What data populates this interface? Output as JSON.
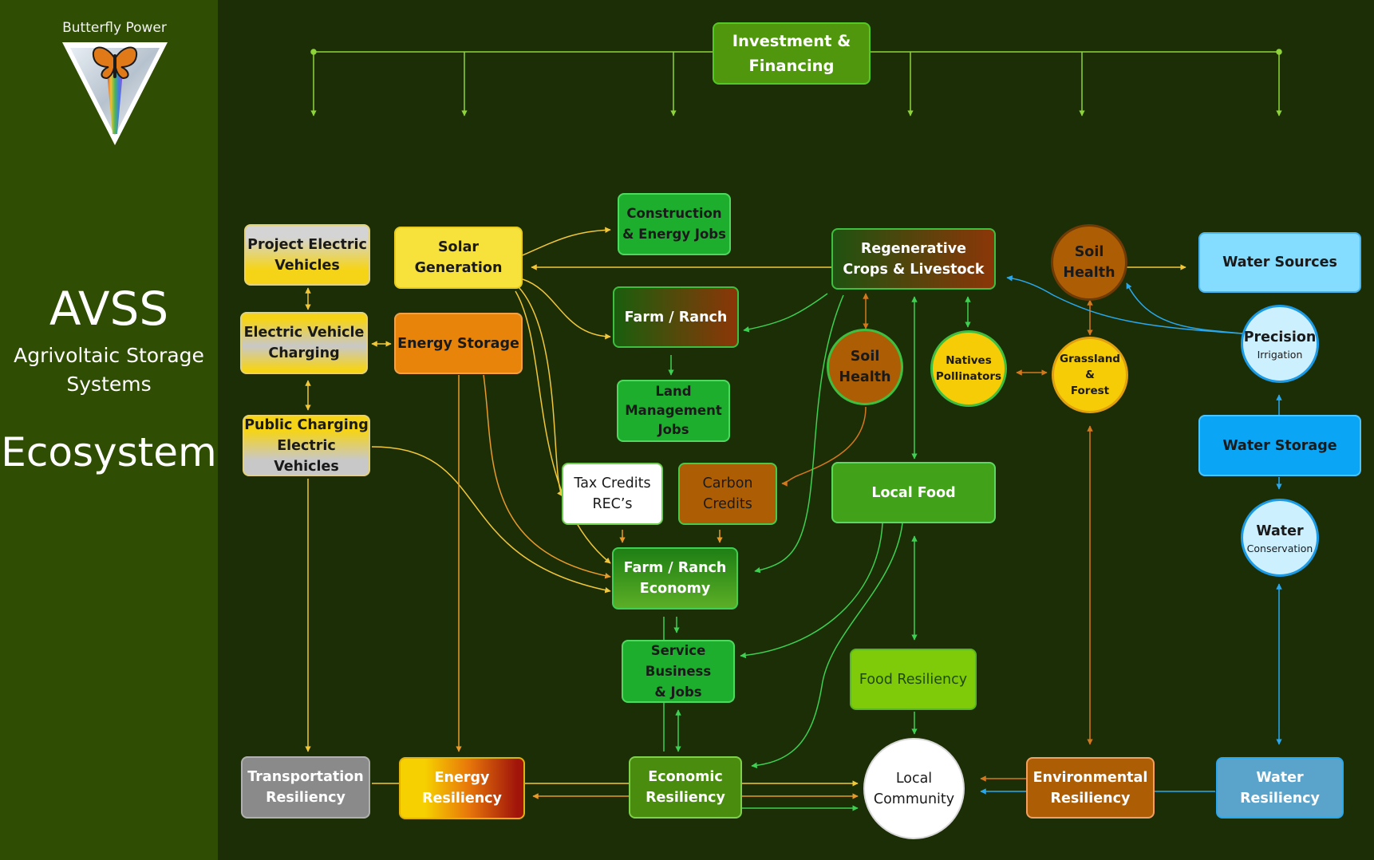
{
  "brand": {
    "name": "Butterfly Power"
  },
  "title": "AVSS",
  "subtitle_line1": "Agrivoltaic Storage",
  "subtitle_line2": "Systems",
  "section": "Ecosystem",
  "nodes": {
    "investment": {
      "line1": "Investment &",
      "line2": "Financing"
    },
    "project_ev": {
      "line1": "Project Electric",
      "line2": "Vehicles"
    },
    "ev_charging": {
      "line1": "Electric Vehicle",
      "line2": "Charging"
    },
    "public_charging": {
      "line1": "Public Charging",
      "line2": "Electric Vehicles"
    },
    "solar": {
      "line1": "Solar",
      "line2": "Generation"
    },
    "energy_storage": {
      "label": "Energy Storage"
    },
    "construction_jobs": {
      "line1": "Construction",
      "line2": "& Energy Jobs"
    },
    "farm_ranch": {
      "label": "Farm / Ranch"
    },
    "land_jobs": {
      "line1": "Land",
      "line2": "Management",
      "line3": "Jobs"
    },
    "tax_credits": {
      "line1": "Tax Credits",
      "line2": "REC’s"
    },
    "carbon_credits": {
      "line1": "Carbon",
      "line2": "Credits"
    },
    "farm_economy": {
      "line1": "Farm / Ranch",
      "line2": "Economy"
    },
    "service_jobs": {
      "line1": "Service Business",
      "line2": "& Jobs"
    },
    "regen_crops": {
      "line1": "Regenerative",
      "line2": "Crops & Livestock"
    },
    "soil_health_top": {
      "line1": "Soil",
      "line2": "Health"
    },
    "soil_health_mid": {
      "line1": "Soil",
      "line2": "Health"
    },
    "natives": {
      "line1": "Natives",
      "line2": "Pollinators"
    },
    "grassland": {
      "line1": "Grassland &",
      "line2": "Forest"
    },
    "local_food": {
      "label": "Local Food"
    },
    "food_resiliency": {
      "label": "Food Resiliency"
    },
    "water_sources": {
      "label": "Water Sources"
    },
    "precision_irrigation": {
      "line1": "Precision",
      "line2": "Irrigation"
    },
    "water_storage": {
      "label": "Water Storage"
    },
    "water_conservation": {
      "line1": "Water",
      "line2": "Conservation"
    },
    "transportation_resiliency": {
      "line1": "Transportation",
      "line2": "Resiliency"
    },
    "energy_resiliency": {
      "line1": "Energy",
      "line2": "Resiliency"
    },
    "economic_resiliency": {
      "line1": "Economic",
      "line2": "Resiliency"
    },
    "local_community": {
      "line1": "Local",
      "line2": "Community"
    },
    "environmental_resiliency": {
      "line1": "Environmental",
      "line2": "Resiliency"
    },
    "water_resiliency": {
      "line1": "Water",
      "line2": "Resiliency"
    }
  },
  "colors": {
    "background": "#1b2e05",
    "sidebar": "#2f4d03",
    "solar_yellow": "#f6e23a",
    "orange": "#e8840a",
    "green": "#1eae2e",
    "brown": "#ad5e05",
    "water_blue": "#0aa6f5",
    "line_yellow": "#f2c73a",
    "line_orange": "#e89a2a",
    "line_green": "#3fcf52",
    "line_blue": "#2aa8ee"
  }
}
